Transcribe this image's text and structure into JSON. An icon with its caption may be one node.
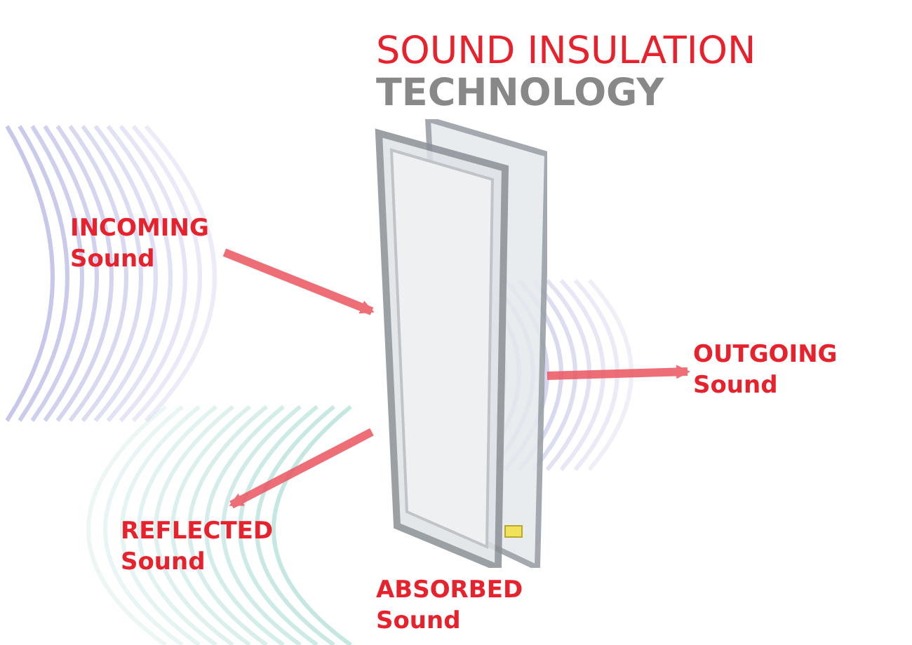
{
  "diagram": {
    "title": "SOUND INSULATION **TECHNOLOGY**",
    "nodes": [
      {
        "text": [
          "INCOMING Sound"
        ]
      },
      {
        "text": [],
        "shape": "picture",
        "beside": [
          "ABSORBED Sound"
        ]
      },
      {
        "text": [
          "OUTGOING Sound"
        ]
      },
      {
        "text": [
          "REFLECTED Sound"
        ]
      }
    ],
    "edges": [
      {
        "from": 0,
        "to": 1,
        "arrow": "to"
      },
      {
        "from": 1,
        "to": 2,
        "arrow": "to"
      },
      {
        "from": 1,
        "to": 3,
        "arrow": "to"
      }
    ]
  }
}
